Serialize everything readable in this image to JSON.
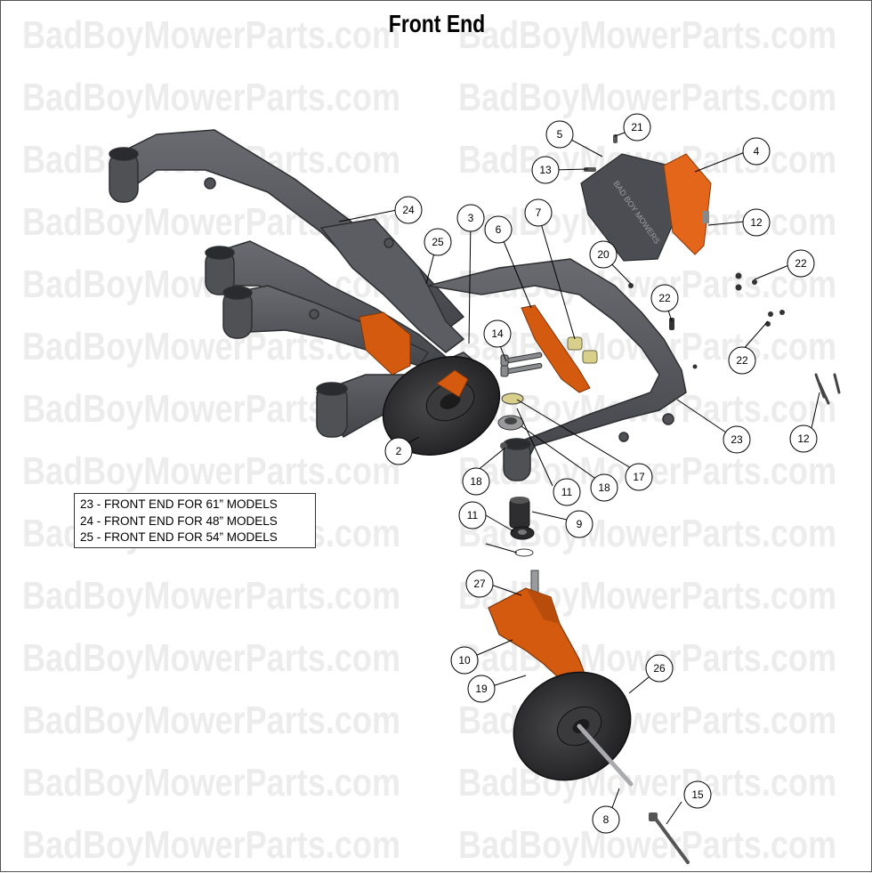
{
  "title": "Front End",
  "watermark": "BadBoyMowerParts.com",
  "legend": [
    "23 - FRONT END FOR 61” MODELS",
    "24 - FRONT END FOR 48” MODELS",
    "25 - FRONT END FOR 54” MODELS"
  ],
  "decal_text": "BAD BOY MOWERS",
  "colors": {
    "frame": "#55565a",
    "frame_dark": "#3a3b3e",
    "orange": "#d45a10",
    "orange_light": "#e4661a",
    "tire": "#2a2a2c",
    "callout_border": "#000000"
  },
  "callouts": [
    "2",
    "3",
    "4",
    "5",
    "6",
    "7",
    "8",
    "9",
    "10",
    "11",
    "12",
    "13",
    "14",
    "15",
    "17",
    "18",
    "19",
    "20",
    "21",
    "22",
    "23",
    "24",
    "25",
    "26",
    "27"
  ]
}
